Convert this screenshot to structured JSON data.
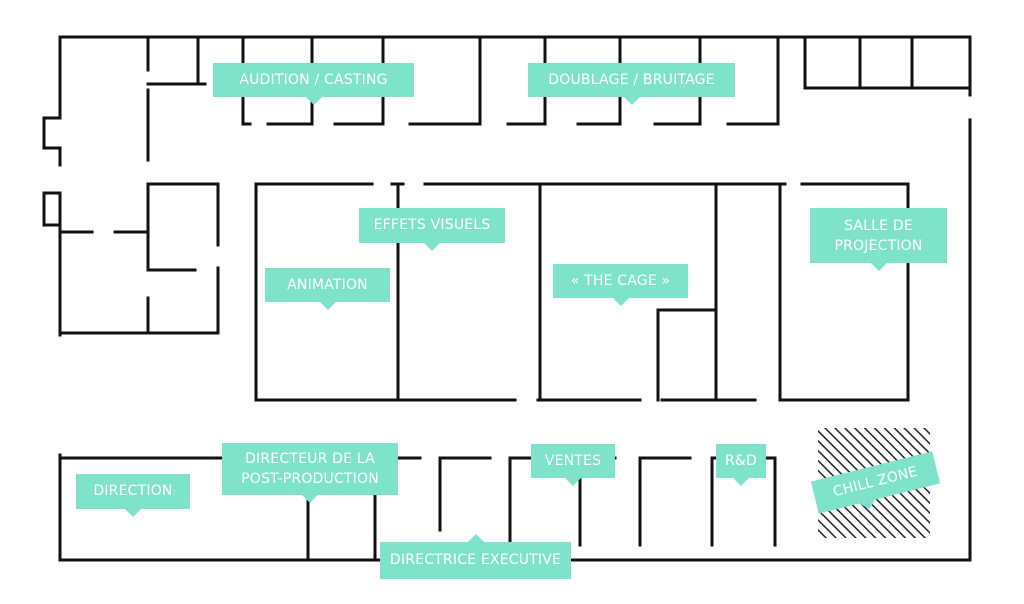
{
  "title": "",
  "colors": {
    "label_bg": "#7fe3cc",
    "label_text": "#ffffff",
    "wall": "#111111",
    "hatch": "#222222"
  },
  "rooms": {
    "audition": "AUDITION / CASTING",
    "doublage": "DOUBLAGE / BRUITAGE",
    "effets": "EFFETS VISUELS",
    "animation": "ANIMATION",
    "cage": "« THE CAGE »",
    "salle": "SALLE DE PROJECTION",
    "direction": "DIRECTION",
    "directeur": "DIRECTEUR DE LA POST-PRODUCTION",
    "ventes": "VENTES",
    "rd": "R&D",
    "chill": "CHILL ZONE",
    "directrice": "DIRECTRICE EXECUTIVE"
  }
}
